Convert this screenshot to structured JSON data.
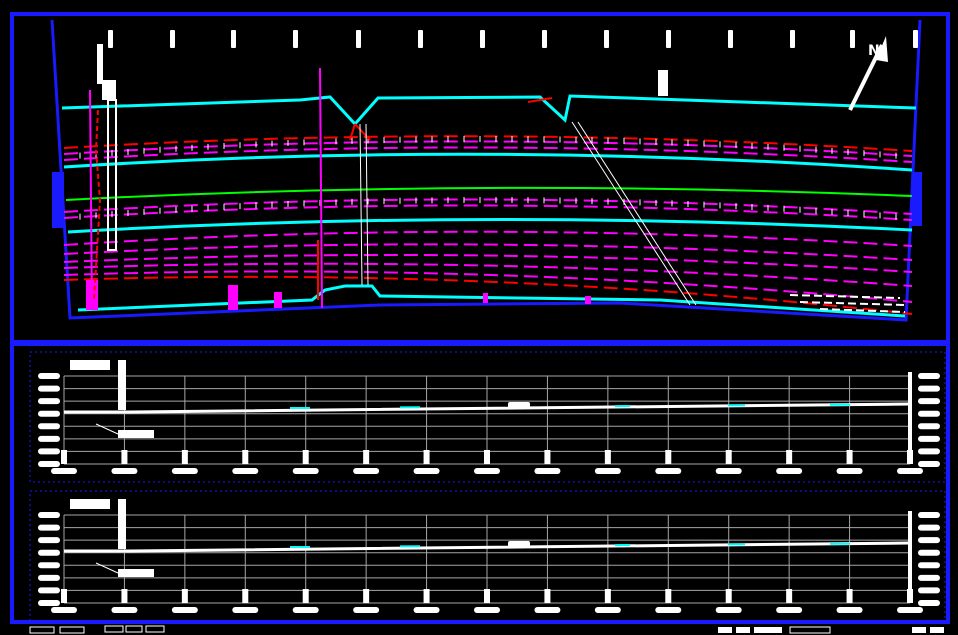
{
  "sheet": {
    "background": "#000000",
    "frame_color": "#1a1aff"
  },
  "plan_view": {
    "north_arrow_label": "N",
    "colors": {
      "alignment_line": "#00ffff",
      "center_line": "#00ff00",
      "dashed_lane_lines": "#ff00ff",
      "red_dashed": "#ff0000",
      "tick_marks": "#ffffff",
      "magenta_structures": "#ff00ff",
      "red_utility": "#ff0000",
      "white_detail": "#ffffff"
    }
  },
  "profile_views": {
    "count": 2,
    "vertical_grid_lines": 15,
    "horizontal_grid_lines": 8,
    "colors": {
      "grid": "#a6a6a6",
      "profile_line": "#ffffff",
      "ground_line": "#00ffff",
      "label_boxes": "#ffffff"
    }
  },
  "title_block": {
    "visible": true
  }
}
